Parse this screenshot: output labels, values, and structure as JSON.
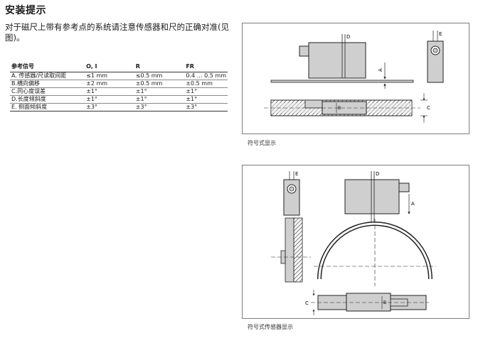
{
  "heading": "安装提示",
  "intro": "对于磁尺上带有参考点的系统请注意传感器和尺的正确对准(见图)。",
  "table": {
    "headers": [
      "参考信号",
      "O, I",
      "R",
      "FR"
    ],
    "rows": [
      [
        "A. 传感器/尺读取间距",
        "≤1 mm",
        "≤0.5 mm",
        "0.4 … 0.5 mm"
      ],
      [
        "B.横向偏移",
        "±2 mm",
        "±0.5 mm",
        "±0.5 mm"
      ],
      [
        "C.同心度误差",
        "±1°",
        "±1°",
        "±1°"
      ],
      [
        "D.长度倾斜度",
        "±1°",
        "±1°",
        "±1°"
      ],
      [
        "E. 侧面倾斜度",
        "±3°",
        "±3°",
        "±3°"
      ]
    ]
  },
  "diagram_labels": {
    "a": "A",
    "b": "B",
    "c": "C",
    "d": "D",
    "e": "E"
  },
  "captions": {
    "top": "符号式显示",
    "bottom": "符号式传感器显示"
  },
  "colors": {
    "body_gray": "#cfcfcf",
    "outline": "#222222",
    "panel_border": "#7d7d7d"
  }
}
